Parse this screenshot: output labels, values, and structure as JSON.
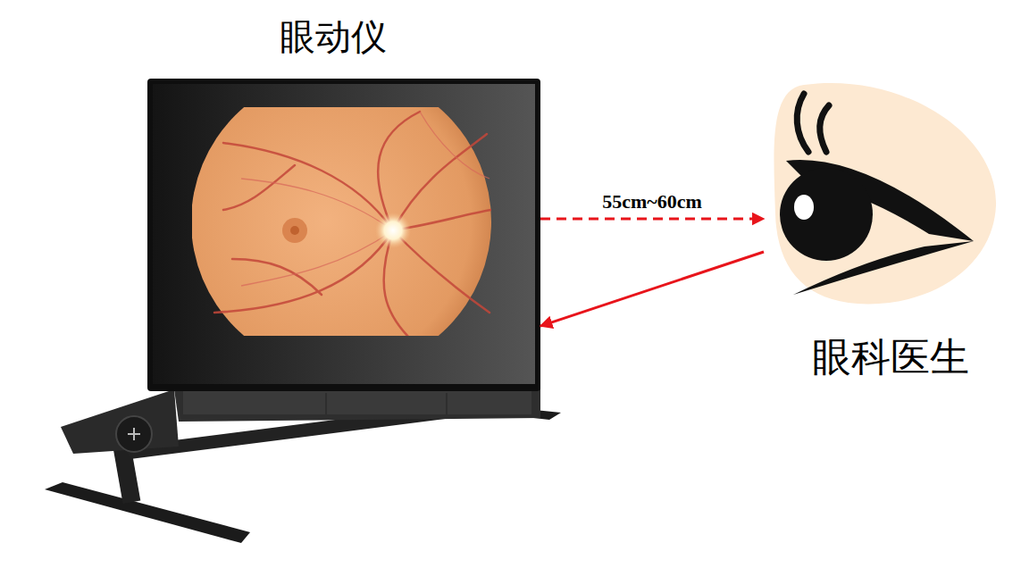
{
  "diagram": {
    "nodes": [
      {
        "text": [
          "眼动仪"
        ]
      },
      {
        "text": [
          "眼科医生"
        ]
      }
    ],
    "edges": [
      {
        "from": 0,
        "to": 1,
        "arrow": "to",
        "label": "55cm~60cm"
      },
      {
        "from": 1,
        "to": 0,
        "arrow": "to"
      }
    ]
  }
}
